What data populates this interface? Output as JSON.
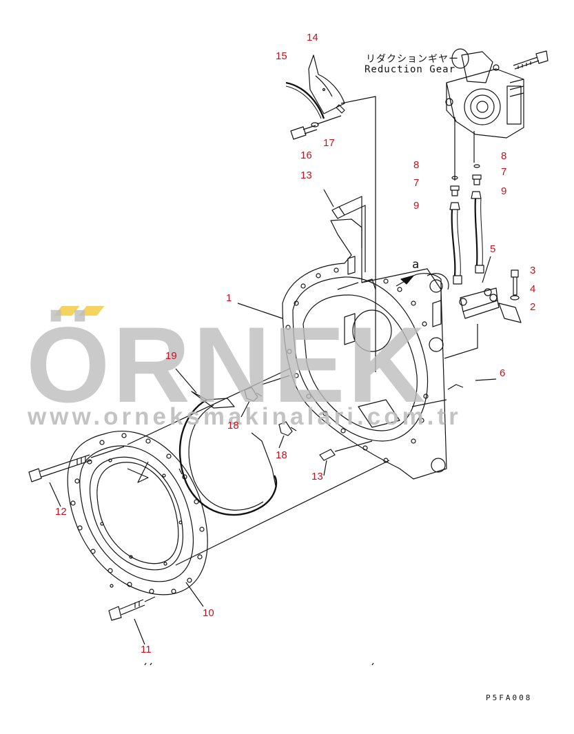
{
  "title_jp": "リダクションギヤー",
  "title_en": "Reduction Gear",
  "view_ref": "a",
  "drawing_code": "P5FA008",
  "watermark": {
    "brand": "ÖRNEK",
    "url": "www.orneksmakinalari.com.tr"
  },
  "callouts": [
    {
      "id": "c1",
      "text": "1"
    },
    {
      "id": "c2",
      "text": "2"
    },
    {
      "id": "c3",
      "text": "3"
    },
    {
      "id": "c4",
      "text": "4"
    },
    {
      "id": "c5",
      "text": "5"
    },
    {
      "id": "c6",
      "text": "6"
    },
    {
      "id": "c7a",
      "text": "7"
    },
    {
      "id": "c7b",
      "text": "7"
    },
    {
      "id": "c8a",
      "text": "8"
    },
    {
      "id": "c8b",
      "text": "8"
    },
    {
      "id": "c9a",
      "text": "9"
    },
    {
      "id": "c9b",
      "text": "9"
    },
    {
      "id": "c10",
      "text": "10"
    },
    {
      "id": "c11",
      "text": "11"
    },
    {
      "id": "c12",
      "text": "12"
    },
    {
      "id": "c13a",
      "text": "13"
    },
    {
      "id": "c13b",
      "text": "13"
    },
    {
      "id": "c14",
      "text": "14"
    },
    {
      "id": "c15",
      "text": "15"
    },
    {
      "id": "c16",
      "text": "16"
    },
    {
      "id": "c17",
      "text": "17"
    },
    {
      "id": "c18a",
      "text": "18"
    },
    {
      "id": "c18b",
      "text": "18"
    },
    {
      "id": "c19",
      "text": "19"
    }
  ],
  "colors": {
    "callout": "#c1121f",
    "line": "#111111",
    "watermark": "#bdbdbd",
    "watermark_accent": "#f4d35e"
  }
}
